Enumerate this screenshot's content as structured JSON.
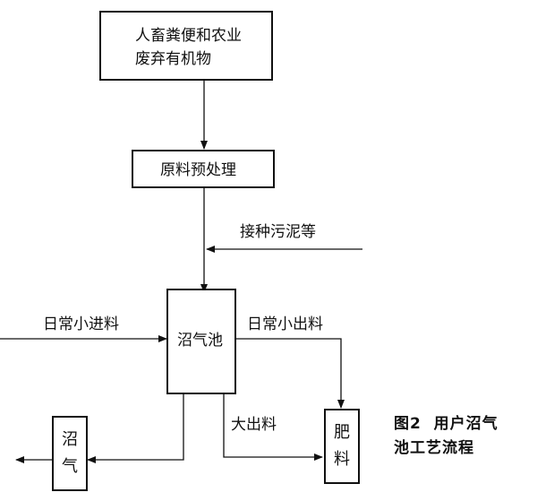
{
  "nodes": {
    "source": {
      "line1": "人畜粪便和农业",
      "line2": "废弃有机物"
    },
    "pretreatment": "原料预处理",
    "digester": "沼气池",
    "biogas": "沼气",
    "fertilizer": "肥料"
  },
  "edges": {
    "inoculum": "接种污泥等",
    "daily_in": "日常小进料",
    "daily_out": "日常小出料",
    "bulk_out": "大出料"
  },
  "caption": {
    "line1": "图2  用户沼气",
    "line2": "池工艺流程"
  }
}
